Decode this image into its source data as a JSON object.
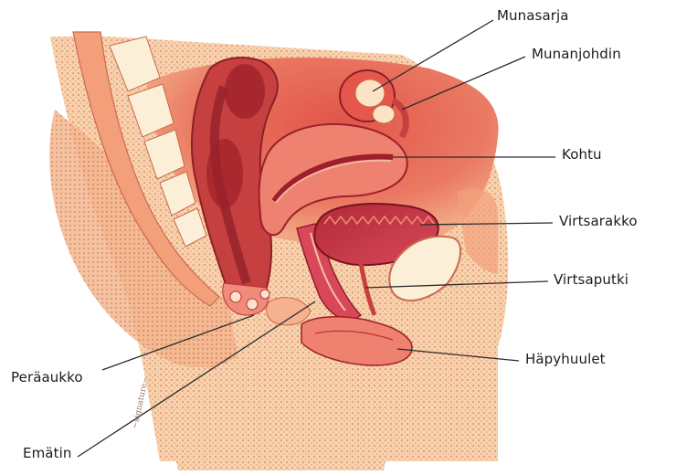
{
  "labels": {
    "ovary": "Munasarja",
    "fallopian_tube": "Munanjohdin",
    "uterus": "Kohtu",
    "bladder": "Virtsarakko",
    "urethra": "Virtsaputki",
    "labia": "Häpyhuulet",
    "anus": "Peräaukko",
    "vagina": "Emätin"
  },
  "colors": {
    "background_flesh": "#f4c9a0",
    "tissue_red": "#e4574a",
    "deep_red": "#9c1f2a",
    "organ_pink": "#f08a7a",
    "bone_cream": "#fbefd8",
    "leader_line": "#2a2a2a"
  }
}
